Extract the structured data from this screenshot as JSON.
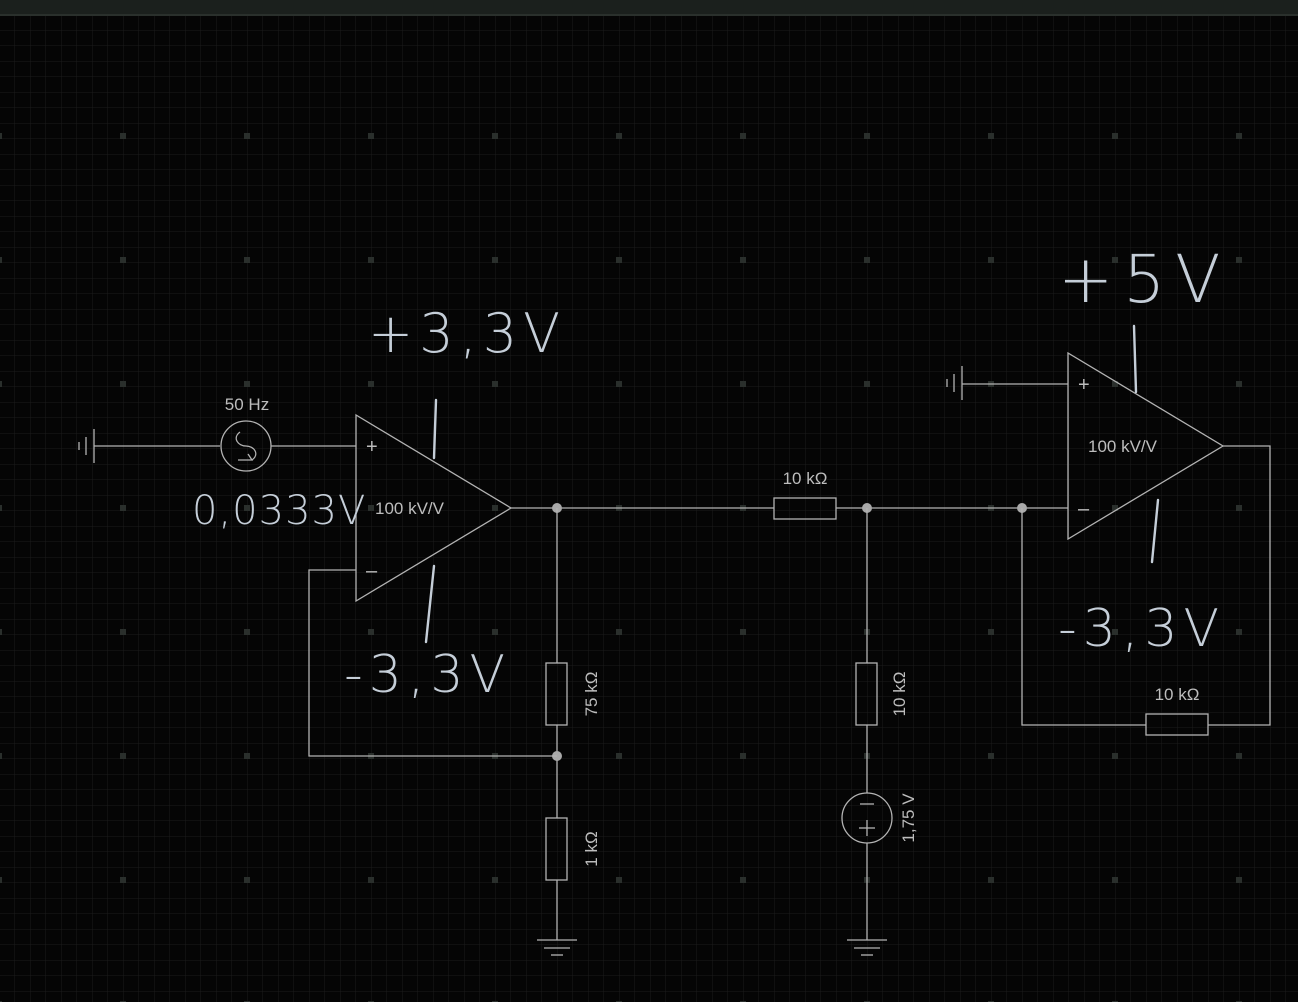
{
  "labels": {
    "source_freq": "50 Hz",
    "opamp1_gain": "100 kV/V",
    "opamp2_gain": "100 kV/V",
    "r_series": "10 kΩ",
    "r_75k": "75 kΩ",
    "r_1k": "1 kΩ",
    "r_shunt": "10 kΩ",
    "r_feedback": "10 kΩ",
    "dc_source": "1,75 V"
  },
  "handwritten": {
    "opamp1_vpos": "+3,3V",
    "opamp1_vneg": "-3,3V",
    "input_amplitude": "0,0333V",
    "opamp2_vpos": "+5V",
    "opamp2_vneg": "-3,3V"
  },
  "pins": {
    "plus": "+",
    "minus": "–"
  },
  "colors": {
    "background": "#050505",
    "wire": "#b3b3b3",
    "ink": "#c5ced8"
  }
}
